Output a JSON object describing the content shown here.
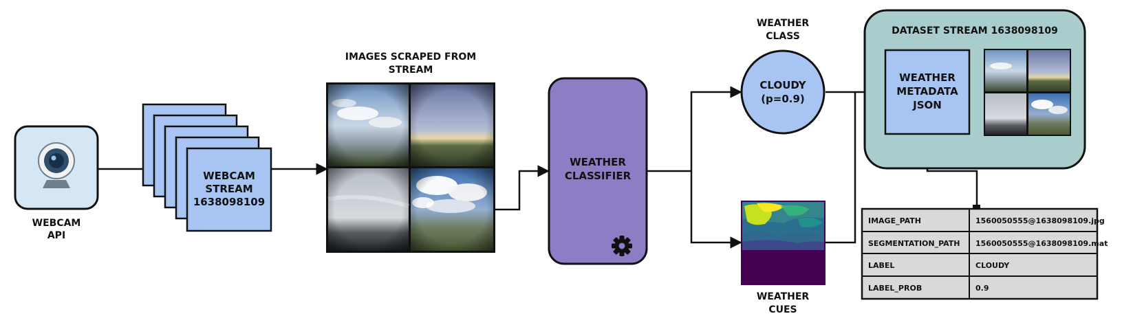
{
  "webcam_api": {
    "label_line1": "WEBCAM",
    "label_line2": "API",
    "icon": "webcam-icon"
  },
  "webcam_stream": {
    "line1": "WEBCAM",
    "line2": "STREAM",
    "line3": "1638098109"
  },
  "scraped_images": {
    "title_line1": "IMAGES SCRAPED FROM",
    "title_line2": "STREAM",
    "tiles": [
      "partly-cloudy-sky-photo",
      "clear-hazy-sky-photo",
      "overcast-sky-photo",
      "cumulus-cloud-sky-photo"
    ]
  },
  "classifier": {
    "line1": "WEATHER",
    "line2": "CLASSIFIER",
    "icon": "gear-icon"
  },
  "weather_class": {
    "title_line1": "WEATHER",
    "title_line2": "CLASS",
    "value_line1": "CLOUDY",
    "value_line2": "(p=0.9)"
  },
  "weather_cues": {
    "title_line1": "WEATHER",
    "title_line2": "CUES"
  },
  "dataset": {
    "title": "DATASET STREAM 1638098109",
    "metadata_line1": "WEATHER",
    "metadata_line2": "METADATA",
    "metadata_line3": "JSON"
  },
  "metadata_table": {
    "rows": [
      {
        "key": "IMAGE_PATH",
        "value": "1560050555@1638098109.jpg"
      },
      {
        "key": "SEGMENTATION_PATH",
        "value": "1560050555@1638098109.mat"
      },
      {
        "key": "LABEL",
        "value": "CLOUDY"
      },
      {
        "key": "LABEL_PROB",
        "value": "0.9"
      }
    ]
  },
  "colors": {
    "api_box": "#d5e6f5",
    "stream_box": "#a8c4f2",
    "classifier": "#8d7dc4",
    "class_circle": "#a8c4f2",
    "dataset_bg": "#a9cdcd",
    "table_bg": "#d9d9d9",
    "line": "#111111"
  }
}
